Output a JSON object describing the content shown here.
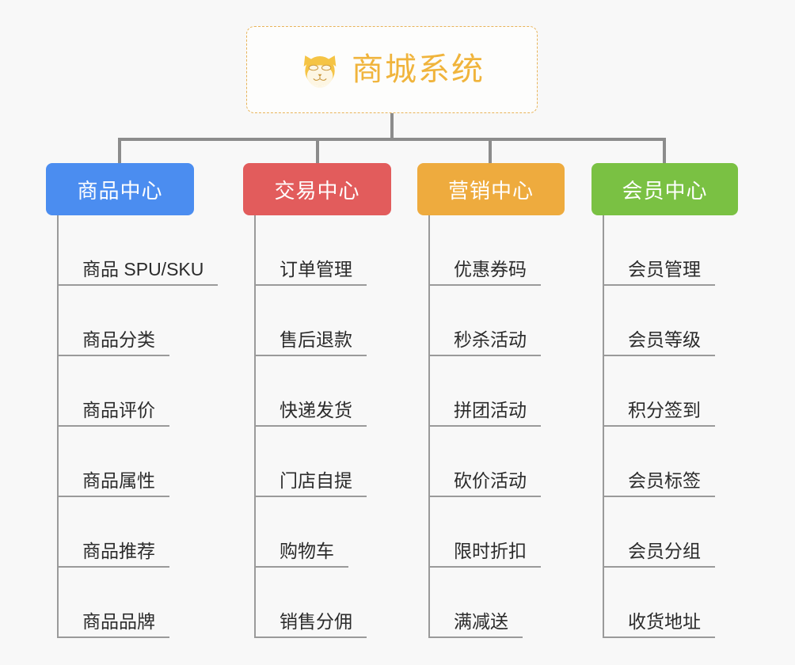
{
  "root": {
    "title": "商城系统",
    "logo_icon": "shiba-dog-face-icon",
    "border_color": "#e8b45a",
    "text_color": "#f0b43c"
  },
  "categories": [
    {
      "label": "商品中心",
      "color": "#4b8df0",
      "items": [
        "商品 SPU/SKU",
        "商品分类",
        "商品评价",
        "商品属性",
        "商品推荐",
        "商品品牌"
      ]
    },
    {
      "label": "交易中心",
      "color": "#e25c5c",
      "items": [
        "订单管理",
        "售后退款",
        "快递发货",
        "门店自提",
        "购物车",
        "销售分佣"
      ]
    },
    {
      "label": "营销中心",
      "color": "#eeab3e",
      "items": [
        "优惠券码",
        "秒杀活动",
        "拼团活动",
        "砍价活动",
        "限时折扣",
        "满减送"
      ]
    },
    {
      "label": "会员中心",
      "color": "#7ac143",
      "items": [
        "会员管理",
        "会员等级",
        "积分签到",
        "会员标签",
        "会员分组",
        "收货地址"
      ]
    }
  ],
  "colors": {
    "background": "#f8f8f8",
    "connector": "#8c8c8c",
    "rail": "#9a9a9a",
    "leaf_text": "#2b2b2b"
  }
}
